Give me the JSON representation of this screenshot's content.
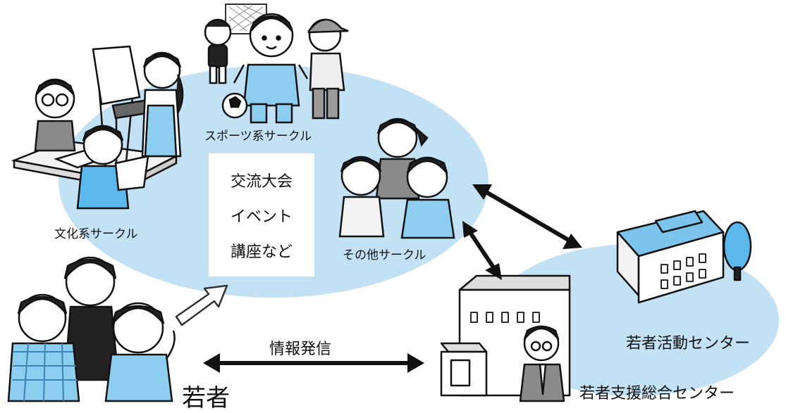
{
  "center_box": {
    "line1": "交流大会",
    "line2": "イベント",
    "line3": "講座など"
  },
  "circles": {
    "sports": "スポーツ系サークル",
    "culture": "文化系サークル",
    "other": "その他サークル"
  },
  "youth_label": "若者",
  "info_label": "情報発信",
  "centers": {
    "activity": "若者活動センター",
    "support": "若者支援総合センター"
  },
  "colors": {
    "ellipse": "#c2e1f5",
    "building_roof": "#7cc4ec",
    "tree": "#5bb8ec",
    "shirt_blue": "#8ccdf0",
    "arrow": "#111111"
  }
}
